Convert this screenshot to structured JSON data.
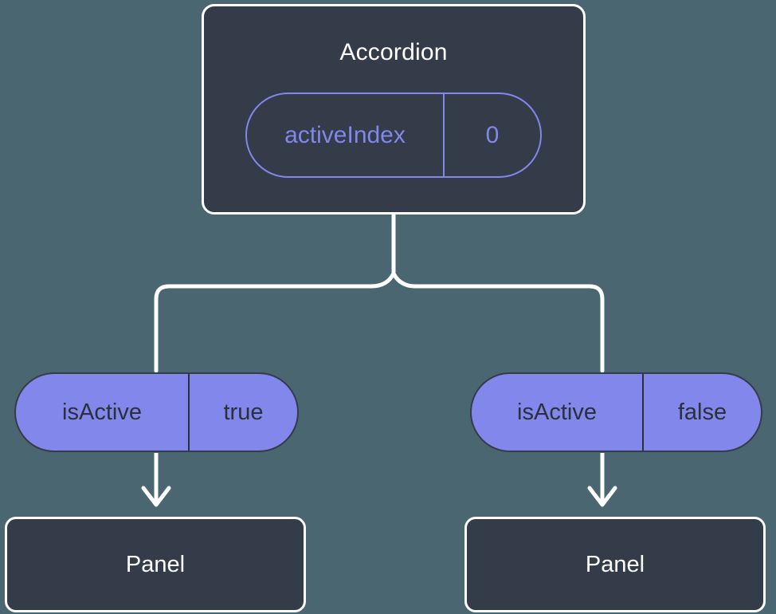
{
  "diagram": {
    "type": "component-state-tree",
    "background_color": "#4a6670",
    "box_fill_color": "#343b49",
    "box_stroke_color": "#ffffff",
    "accent_color": "#8187eb",
    "edge_color": "#ffffff"
  },
  "root": {
    "title": "Accordion",
    "prop": {
      "key": "activeIndex",
      "value": "0"
    }
  },
  "branches": [
    {
      "prop": {
        "key": "isActive",
        "value": "true"
      },
      "child": {
        "title": "Panel"
      }
    },
    {
      "prop": {
        "key": "isActive",
        "value": "false"
      },
      "child": {
        "title": "Panel"
      }
    }
  ]
}
